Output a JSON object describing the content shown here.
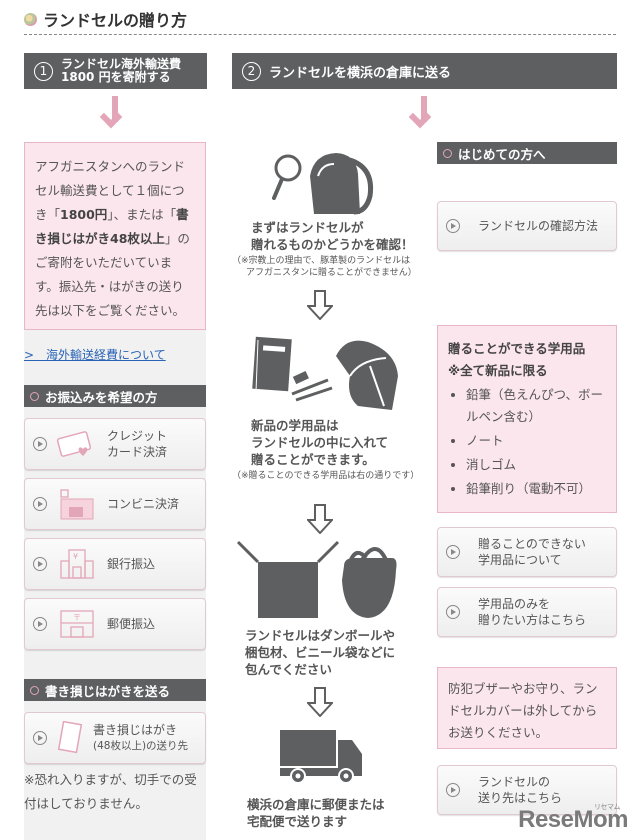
{
  "page": {
    "title": "ランドセルの贈り方"
  },
  "steps": [
    {
      "number": "1",
      "label_line1": "ランドセル海外輸送費",
      "label_line2": "1800 円を寄附する"
    },
    {
      "number": "2",
      "label": "ランドセルを横浜の倉庫に送る"
    }
  ],
  "left": {
    "intro": {
      "part1": "アフガニスタンへのランドセル輸送費として１個につき「",
      "amount": "1800円",
      "part2": "」、または「",
      "postcards": "書き損じはがき48枚以上",
      "part3": "」のご寄附をいただいています。振込先・はがきの送り先は以下をご覧ください。"
    },
    "link_label": ">　海外輸送経費について",
    "transfer_section": {
      "heading": "お振込みを希望の方",
      "buttons": [
        {
          "label": "クレジットカード決済",
          "icon": "credit-card-icon"
        },
        {
          "label": "コンビニ決済",
          "icon": "convenience-store-icon"
        },
        {
          "label": "銀行振込",
          "icon": "bank-icon"
        },
        {
          "label": "郵便振込",
          "icon": "post-office-icon"
        }
      ]
    },
    "postcard_section": {
      "heading": "書き損じはがきを送る",
      "button_line1": "書き損じはがき",
      "button_line2": "(48枚以上)の送り先"
    },
    "note": "※恐れ入りますが、切手での受付はしておりません。"
  },
  "middle": {
    "step_a": {
      "line1": "まずはランドセルが",
      "line2": "贈れるものかどうかを確認！",
      "note1": "（※宗教上の理由で、豚革製のランドセルは",
      "note2": "アフガニスタンに贈ることができません）"
    },
    "step_b": {
      "line1": "新品の学用品は",
      "line2": "ランドセルの中に入れて",
      "line3": "贈ることができます。",
      "note": "（※贈ることのできる学用品は右の通りです）"
    },
    "step_c": {
      "line1": "ランドセルはダンボールや",
      "line2": "梱包材、ビニール袋などに",
      "line3": "包んでください"
    },
    "step_d": {
      "line1": "横浜の倉庫に郵便または",
      "line2": "宅配便で送ります"
    }
  },
  "right": {
    "first_time_heading": "はじめての方へ",
    "check_button": "ランドセルの確認方法",
    "items": {
      "title": "贈ることができる学用品",
      "subtitle": "※全て新品に限る",
      "list": [
        "鉛筆（色えんぴつ、ボールペン含む）",
        "ノート",
        "消しゴム",
        "鉛筆削り（電動不可）"
      ]
    },
    "buttons": [
      {
        "line1": "贈ることのできない",
        "line2": "学用品について"
      },
      {
        "line1": "学用品のみを",
        "line2": "贈りたい方はこちら"
      }
    ],
    "warning": "防犯ブザーやお守り、ランドセルカバーは外してからお送りください。",
    "address_button": {
      "line1": "ランドセルの",
      "line2": "送り先はこちら"
    }
  },
  "watermark": {
    "text": "ReseMom",
    "kana": "リセマム"
  },
  "colors": {
    "header_gray": "#5d5f60",
    "pink_bg": "#fce6ee",
    "pink_accent": "#e3a6b8",
    "link": "#2a64b6"
  }
}
